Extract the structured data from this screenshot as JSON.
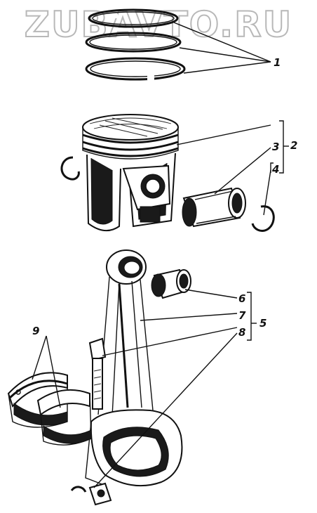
{
  "watermark": "ZUBAVTO.RU",
  "callouts": [
    "1",
    "2",
    "3",
    "4",
    "5",
    "6",
    "7",
    "8",
    "9"
  ],
  "colors": {
    "ink": "#111111",
    "paper": "#ffffff",
    "watermark_outline": "#b8b8b8"
  }
}
